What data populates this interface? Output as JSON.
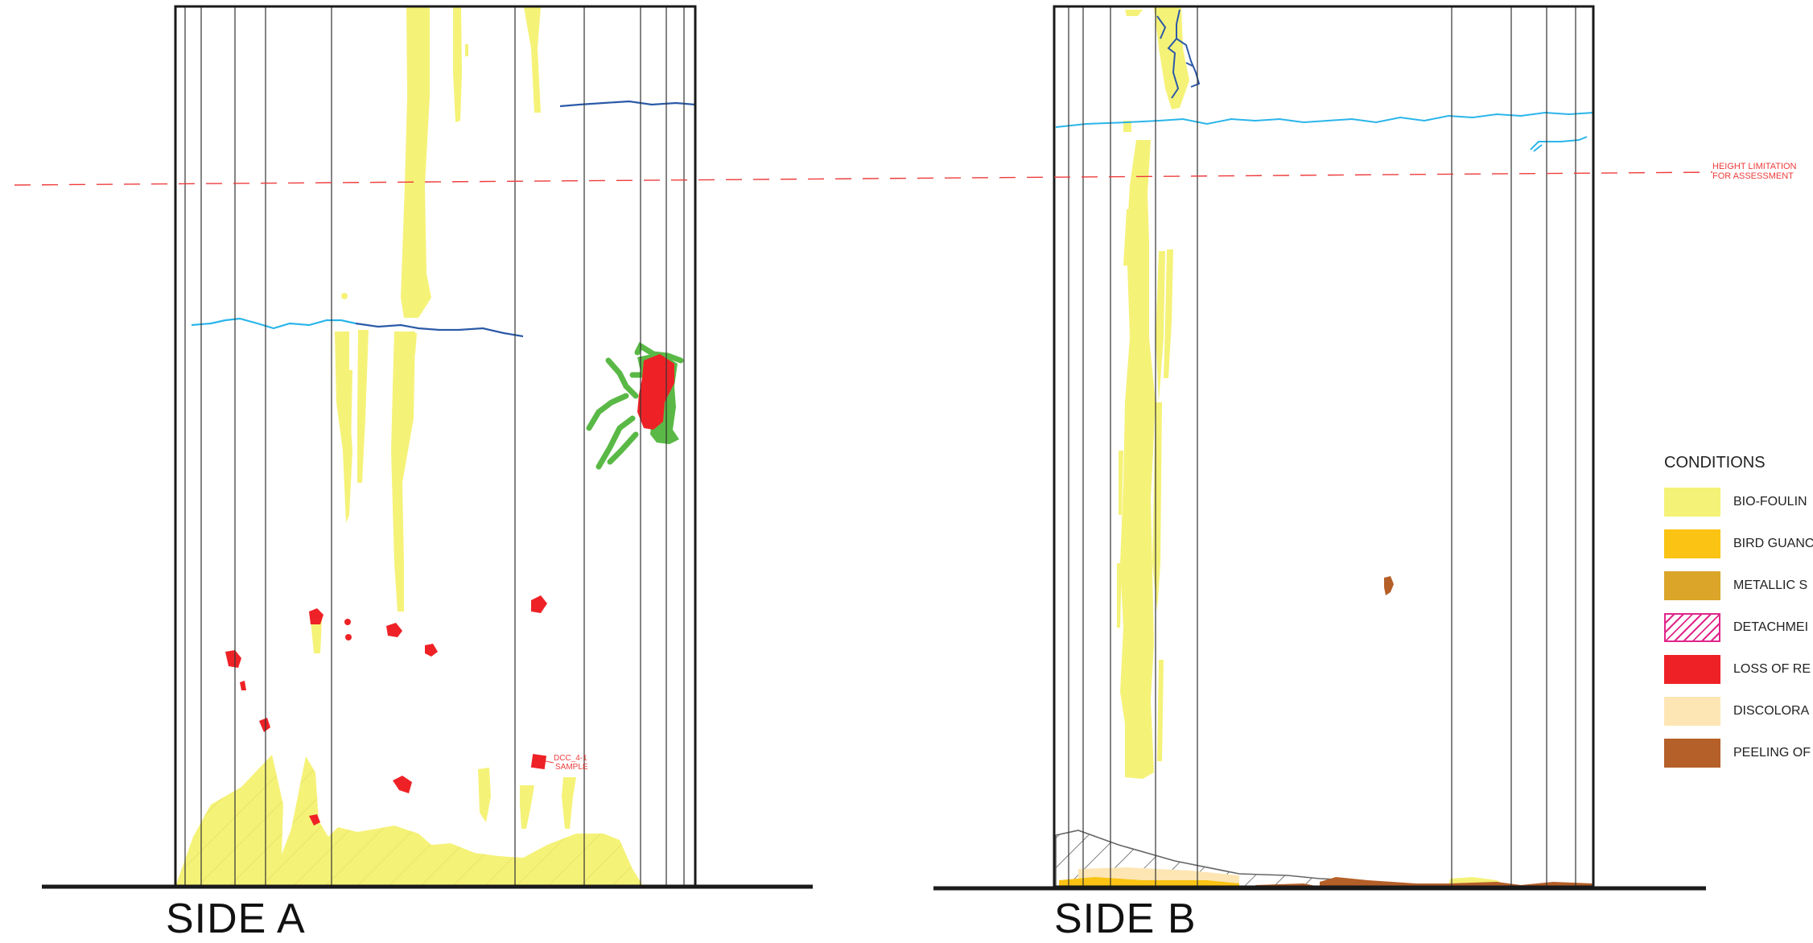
{
  "sides": {
    "a": {
      "title": "SIDE A"
    },
    "b": {
      "title": "SIDE B"
    }
  },
  "height_limit": {
    "line1": "HEIGHT LIMITATION",
    "line2": "FOR ASSESSMENT"
  },
  "sample": {
    "line1": "DCC_4-1",
    "line2": "SAMPLE"
  },
  "legend": {
    "title": "CONDITIONS",
    "items": [
      {
        "label": "BIO-FOULIN",
        "color": "#f5f278"
      },
      {
        "label": "BIRD GUANC",
        "color": "#fbc313"
      },
      {
        "label": "METALLIC S",
        "color": "#dba529"
      },
      {
        "label": "DETACHMEI",
        "color": "#e0268a",
        "pattern": "hatch"
      },
      {
        "label": "LOSS OF RE",
        "color": "#ee2226"
      },
      {
        "label": "DISCOLORA",
        "color": "#fde6b4"
      },
      {
        "label": "PEELING OF",
        "color": "#b55f29"
      }
    ]
  },
  "colors": {
    "biofouling": "#f5f278",
    "loss": "#ee2226",
    "growth": "#5ab946",
    "crack_light": "#2ab5ea",
    "crack_dark": "#2b5aa8",
    "peeling": "#b55f29",
    "guano": "#fbc313",
    "discoloration": "#fde6b4",
    "limit_line": "#ee3b3b",
    "outline": "#1a1a1a"
  }
}
